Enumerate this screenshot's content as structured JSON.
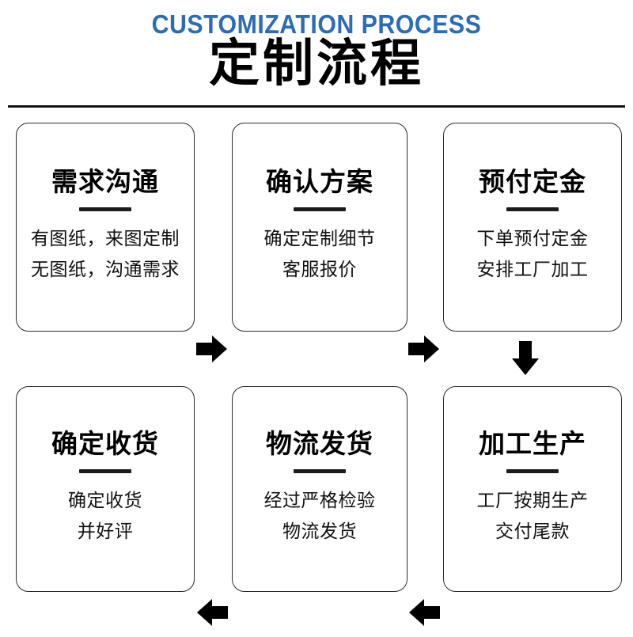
{
  "header": {
    "title_en": "CUSTOMIZATION PROCESS",
    "title_cn": "定制流程",
    "accent_color": "#2b6cb8",
    "rule_color": "#111111"
  },
  "flow": {
    "steps": [
      {
        "index": 1,
        "title": "需求沟通",
        "lines": [
          "有图纸，来图定制",
          "无图纸，沟通需求"
        ]
      },
      {
        "index": 2,
        "title": "确认方案",
        "lines": [
          "确定定制细节",
          "客服报价"
        ]
      },
      {
        "index": 3,
        "title": "预付定金",
        "lines": [
          "下单预付定金",
          "安排工厂加工"
        ]
      },
      {
        "index": 4,
        "title": "加工生产",
        "lines": [
          "工厂按期生产",
          "交付尾款"
        ]
      },
      {
        "index": 5,
        "title": "物流发货",
        "lines": [
          "经过严格检验",
          "物流发货"
        ]
      },
      {
        "index": 6,
        "title": "确定收货",
        "lines": [
          "确定收货",
          "并好评"
        ]
      }
    ],
    "connectors": [
      {
        "icon": "arrow-right-icon",
        "from": 1,
        "to": 2
      },
      {
        "icon": "arrow-right-icon",
        "from": 2,
        "to": 3
      },
      {
        "icon": "arrow-down-icon",
        "from": 3,
        "to": 4
      },
      {
        "icon": "arrow-left-icon",
        "from": 4,
        "to": 5
      },
      {
        "icon": "arrow-left-icon",
        "from": 5,
        "to": 6
      }
    ],
    "card_border_color": "#2b2b2b",
    "divider_color": "#1c1c1c",
    "arrow_color": "#000000"
  }
}
